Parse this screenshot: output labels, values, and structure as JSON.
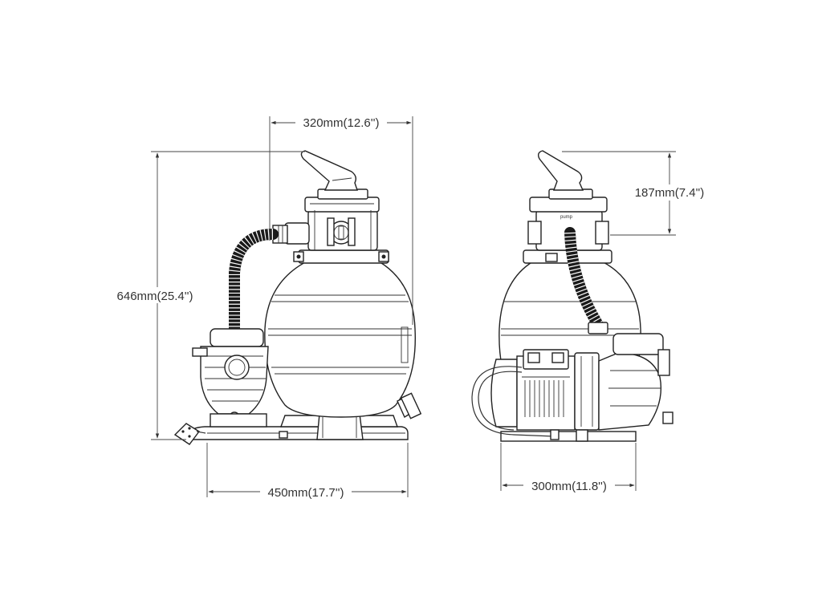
{
  "dimensions": {
    "front_width": "320mm(12.6'')",
    "total_height": "646mm(25.4'')",
    "base_width": "450mm(17.7'')",
    "valve_height": "187mm(7.4'')",
    "side_width": "300mm(11.8'')"
  },
  "labels": {
    "pump_text": "pump"
  }
}
